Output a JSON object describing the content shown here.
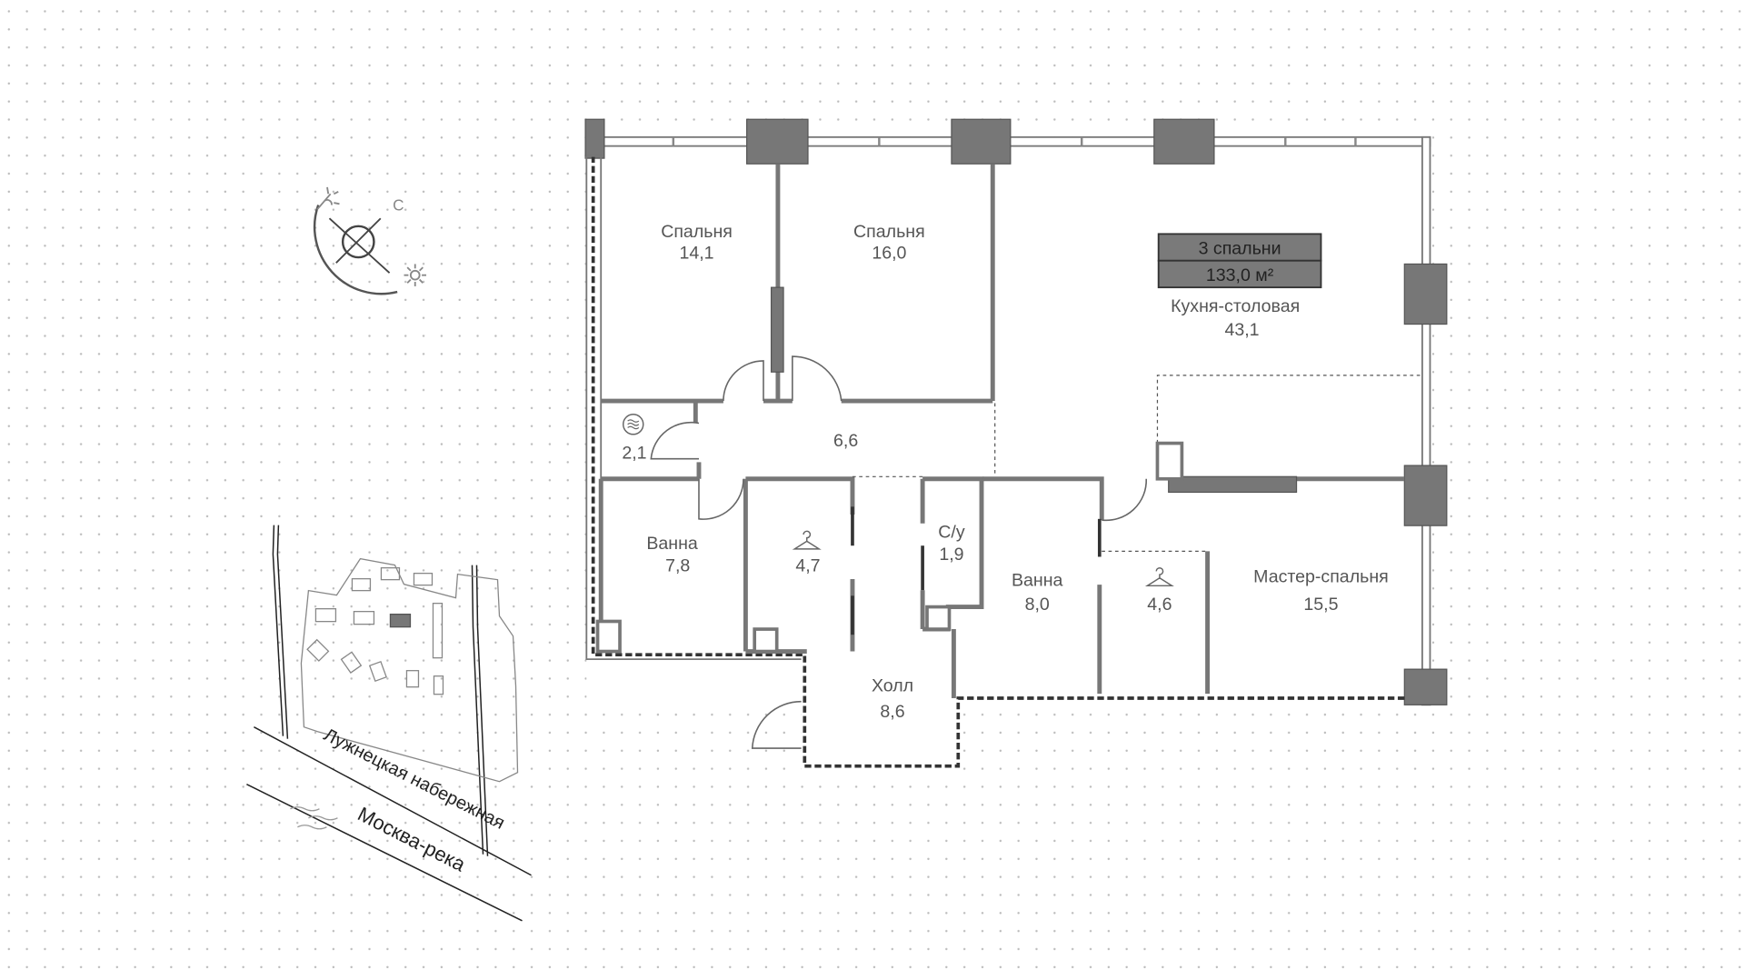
{
  "summary": {
    "bedrooms": "3 спальни",
    "area": "133,0 м²"
  },
  "rooms": [
    {
      "name": "Спальня",
      "area": "14,1"
    },
    {
      "name": "Спальня",
      "area": "16,0"
    },
    {
      "name": "Кухня-столовая",
      "area": "43,1"
    },
    {
      "name": "",
      "area": "2,1"
    },
    {
      "name": "",
      "area": "6,6"
    },
    {
      "name": "Ванна",
      "area": "7,8"
    },
    {
      "name": "",
      "area": "4,7"
    },
    {
      "name": "С/у",
      "area": "1,9"
    },
    {
      "name": "Ванна",
      "area": "8,0"
    },
    {
      "name": "",
      "area": "4,6"
    },
    {
      "name": "Мастер-спальня",
      "area": "15,5"
    },
    {
      "name": "Холл",
      "area": "8,6"
    }
  ],
  "compass": {
    "north_label": "С"
  },
  "site_map": {
    "embankment": "Лужнецкая набережная",
    "river": "Москва-река"
  },
  "colors": {
    "summary_bg": "#7a7a7a",
    "wall": "#777777"
  }
}
